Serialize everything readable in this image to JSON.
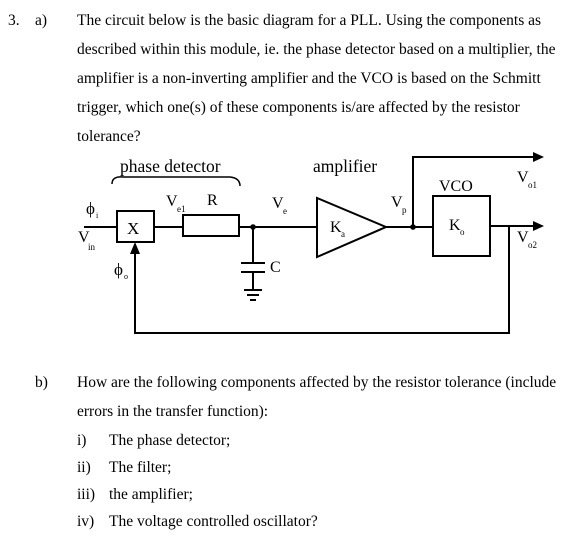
{
  "question": {
    "number": "3.",
    "part_a": {
      "label": "a)",
      "lines": [
        "The circuit below is the basic diagram for a PLL. Using the components as",
        "described within this module, ie. the phase detector based on a multiplier, the",
        "amplifier is a non-inverting amplifier and the VCO is based on the Schmitt",
        "trigger, which one(s) of these components is/are affected by the resistor",
        "tolerance?"
      ]
    },
    "part_b": {
      "label": "b)",
      "lines": [
        "How are the following components affected by the resistor tolerance (include",
        "errors in the transfer function):"
      ],
      "items": [
        {
          "num": "i)",
          "text": "The phase detector;"
        },
        {
          "num": "ii)",
          "text": "The filter;"
        },
        {
          "num": "iii)",
          "text": "the amplifier;"
        },
        {
          "num": "iv)",
          "text": "The voltage controlled oscillator?"
        }
      ]
    }
  },
  "diagram": {
    "phase_detector_label": "phase detector",
    "amplifier_label": "amplifier",
    "vco_label": "VCO",
    "multiplier_symbol": "X",
    "resistor_label": "R",
    "capacitor_label": "C",
    "phi_symbol": "ϕ",
    "phi_i_sub": "i",
    "phi_o_sub": "o",
    "v_symbol": "V",
    "vin_sub": "in",
    "ve1_sub": "e1",
    "ve_sub": "e",
    "vp_sub": "p",
    "vo1_sub": "o1",
    "vo2_sub": "o2",
    "k_symbol": "K",
    "ka_sub": "a",
    "ko_sub": "o"
  }
}
